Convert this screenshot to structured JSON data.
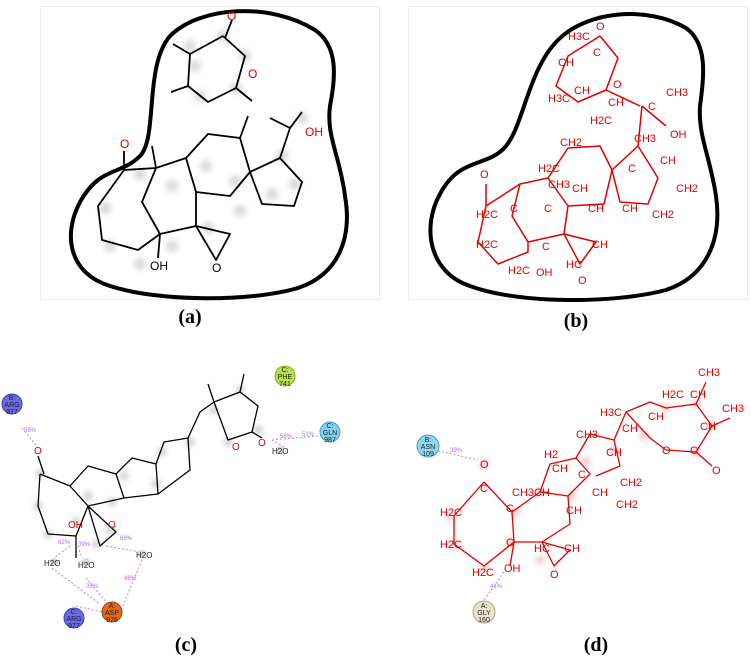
{
  "captions": {
    "a": "(a)",
    "b": "(b)",
    "c": "(c)",
    "d": "(d)"
  },
  "panel_a": {
    "O_ketone": "O",
    "O_lactone_carbonyl": "O",
    "O_lactone_ring": "O",
    "OH_side": "OH",
    "OH_ring": "OH",
    "O_epoxide": "O"
  },
  "panel_b": {
    "O_lactone_carbonyl": "O",
    "O_lactone_ring": "O",
    "OH_side": "OH",
    "OH_ring": "OH",
    "O_ketone": "O",
    "O_epoxide": "O",
    "H3C_1": "H3C",
    "H3C_2": "H3C",
    "CH_1": "CH",
    "CH_2": "CH",
    "CH_3": "CH",
    "C_lac": "C",
    "H2C_lac": "H2C",
    "C_side": "C",
    "CH3_side": "CH3",
    "CH3_top": "CH3",
    "H2C_c1": "H2C",
    "CH2_c1": "CH2",
    "C_13": "C",
    "CH_17": "CH",
    "CH2_16": "CH2",
    "CH2_15": "CH2",
    "CH3_19": "CH3",
    "C_10": "C",
    "CH_9": "CH",
    "CH_8": "CH",
    "CH_14": "CH",
    "H2C_2": "H2C",
    "H2C_3": "H2C",
    "H2C_4": "H2C",
    "C_5": "C",
    "CH_6": "HC",
    "CH_7": "CH",
    "C_keto": "C"
  },
  "panel_c": {
    "residues": [
      {
        "chain": "B:",
        "name": "ARG",
        "num": "977",
        "color": "#6a6ae8"
      },
      {
        "chain": "C:",
        "name": "PHE",
        "num": "741",
        "color": "#b5e04a"
      },
      {
        "chain": "C:",
        "name": "GLN",
        "num": "987",
        "color": "#7fd3f0"
      },
      {
        "chain": "A:",
        "name": "ASP",
        "num": "976",
        "color": "#e06a1a"
      },
      {
        "chain": "C:",
        "name": "ARG",
        "num": "977",
        "color": "#6a6ae8"
      }
    ],
    "waters": [
      "H2O",
      "H2O",
      "H2O",
      "H2O"
    ],
    "percents": [
      "59%",
      "58%",
      "51%",
      "62%",
      "39%",
      "69%",
      "48%",
      "35%"
    ],
    "atoms": {
      "O_keto": "O",
      "OH": "OH",
      "O_epox": "O",
      "O_lac": "O",
      "O_carb": "O"
    }
  },
  "panel_d": {
    "residues": [
      {
        "chain": "B:",
        "name": "ASN",
        "num": "109",
        "color": "#8ed6f2"
      },
      {
        "chain": "A:",
        "name": "GLY",
        "num": "160",
        "color": "#e8e4cc"
      }
    ],
    "percents": [
      "39%",
      "41%"
    ],
    "atoms": {
      "O_keto": "O",
      "C_keto": "C",
      "H2C_2": "H2C",
      "H2C_3": "H2C",
      "H2C_4": "H2C",
      "C_10": "C",
      "CH3_19": "CH3",
      "C_5": "C",
      "OH": "OH",
      "CH_9": "CH",
      "H2C_11": "H2",
      "CH_12": "CH",
      "CH3_18": "CH3",
      "C_13": "C",
      "CH_14": "CH",
      "CH2_15": "CH2",
      "CH2_16": "CH2",
      "CH_17": "CH",
      "CH_8": "CH",
      "CH_side": "CH",
      "H3C_21": "H3C",
      "CH_22": "CH",
      "H2C_23": "H2C",
      "CH_24": "CH",
      "CH3_top": "CH3",
      "CH_25": "CH",
      "CH3_27": "CH3",
      "O_lac": "O",
      "C_26": "C",
      "O_carb": "O",
      "HC_6": "HC",
      "CH_7": "CH",
      "O_epox": "O"
    }
  }
}
